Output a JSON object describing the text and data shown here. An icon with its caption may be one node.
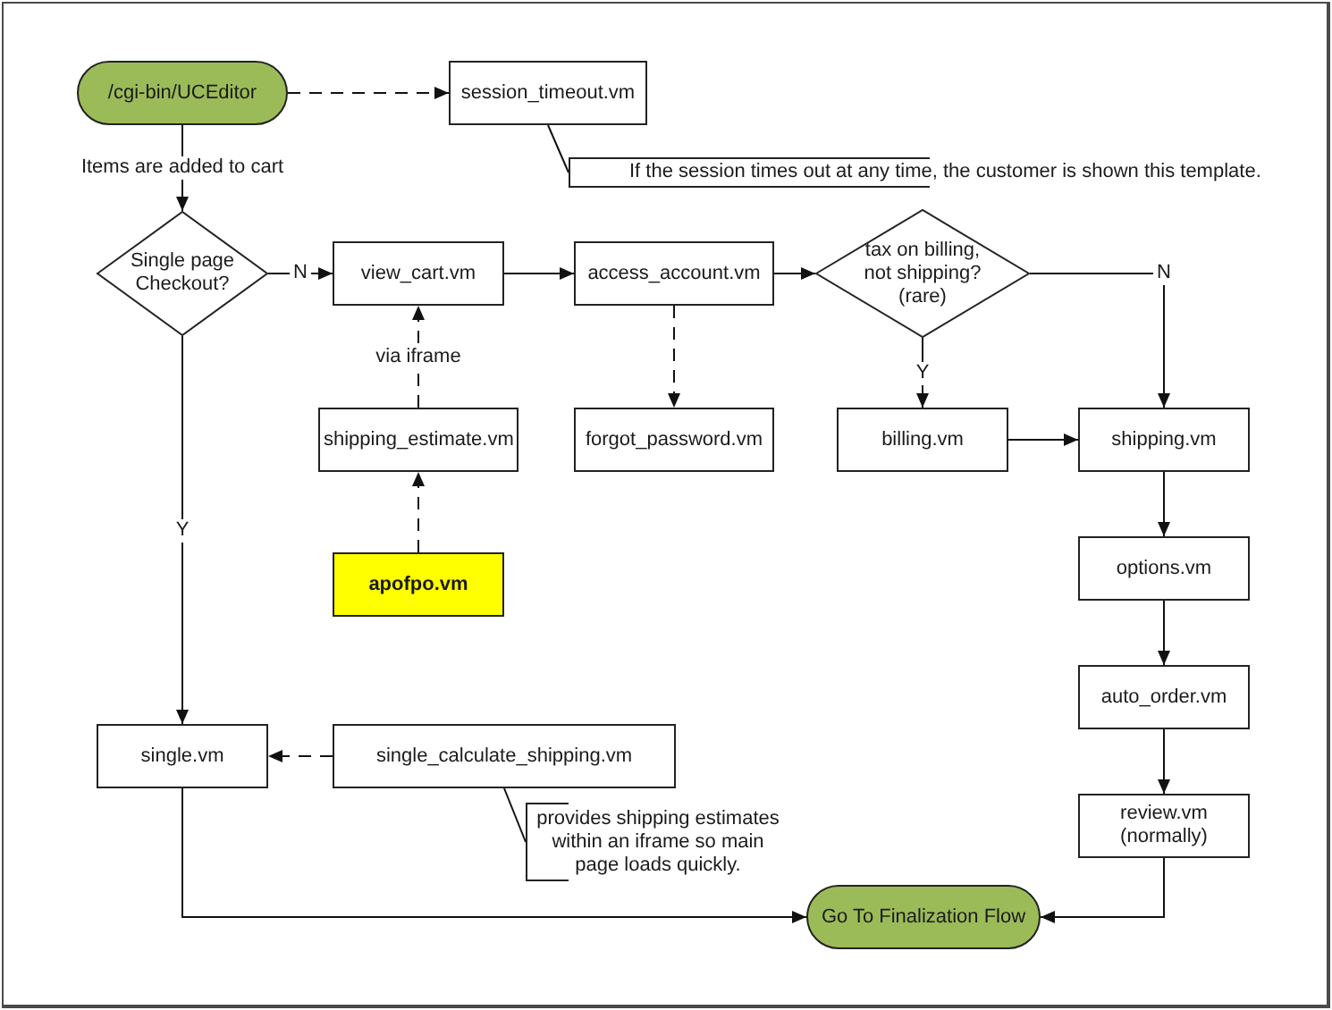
{
  "diagram": {
    "nodes": [
      {
        "text": [
          "/cgi-bin/UCEditor"
        ]
      },
      {
        "text": [
          "session_timeout.vm"
        ]
      },
      {
        "text": [
          "If the session times out at any time, the customer is shown this template."
        ]
      },
      {
        "text": [
          "Single page Checkout?"
        ]
      },
      {
        "text": [
          "view_cart.vm"
        ]
      },
      {
        "text": [
          "access_account.vm"
        ]
      },
      {
        "text": [
          "tax on billing, not shipping? (rare)"
        ]
      },
      {
        "text": [
          "shipping_estimate.vm"
        ]
      },
      {
        "text": [
          "forgot_password.vm"
        ]
      },
      {
        "text": [
          "billing.vm"
        ]
      },
      {
        "text": [
          "shipping.vm"
        ]
      },
      {
        "text": [
          "apofpo.vm"
        ]
      },
      {
        "text": [
          "options.vm"
        ]
      },
      {
        "text": [
          "auto_order.vm"
        ]
      },
      {
        "text": [
          "single.vm"
        ]
      },
      {
        "text": [
          "single_calculate_shipping.vm"
        ]
      },
      {
        "text": [
          "provides shipping estimates within an iframe so main page loads quickly."
        ]
      },
      {
        "text": [
          "review.vm (normally)"
        ]
      },
      {
        "text": [
          "Go To Finalization Flow"
        ]
      }
    ],
    "edges": [
      {
        "from": 0,
        "to": 1,
        "arrow": "to",
        "style": "dashed"
      },
      {
        "from": 2,
        "to": 1,
        "arrow": "none"
      },
      {
        "from": 0,
        "to": 3,
        "arrow": "to",
        "label": "Items are added to cart"
      },
      {
        "from": 3,
        "to": 4,
        "arrow": "to",
        "label": "N"
      },
      {
        "from": 4,
        "to": 5,
        "arrow": "to"
      },
      {
        "from": 5,
        "to": 6,
        "arrow": "to"
      },
      {
        "from": 5,
        "to": 8,
        "arrow": "to",
        "style": "dashed"
      },
      {
        "from": 7,
        "to": 4,
        "arrow": "to",
        "style": "dashed",
        "label": "via iframe"
      },
      {
        "from": 11,
        "to": 7,
        "arrow": "to",
        "style": "dashed"
      },
      {
        "from": 6,
        "to": 9,
        "arrow": "to",
        "label": "Y"
      },
      {
        "from": 6,
        "to": 10,
        "arrow": "to",
        "label": "N"
      },
      {
        "from": 9,
        "to": 10,
        "arrow": "to"
      },
      {
        "from": 10,
        "to": 12,
        "arrow": "to"
      },
      {
        "from": 12,
        "to": 13,
        "arrow": "to"
      },
      {
        "from": 13,
        "to": 17,
        "arrow": "to"
      },
      {
        "from": 17,
        "to": 18,
        "arrow": "to"
      },
      {
        "from": 3,
        "to": 14,
        "arrow": "to",
        "label": "Y"
      },
      {
        "from": 15,
        "to": 14,
        "arrow": "to",
        "style": "dashed"
      },
      {
        "from": 14,
        "to": 18,
        "arrow": "to"
      },
      {
        "from": 16,
        "to": 15,
        "arrow": "none"
      }
    ]
  }
}
